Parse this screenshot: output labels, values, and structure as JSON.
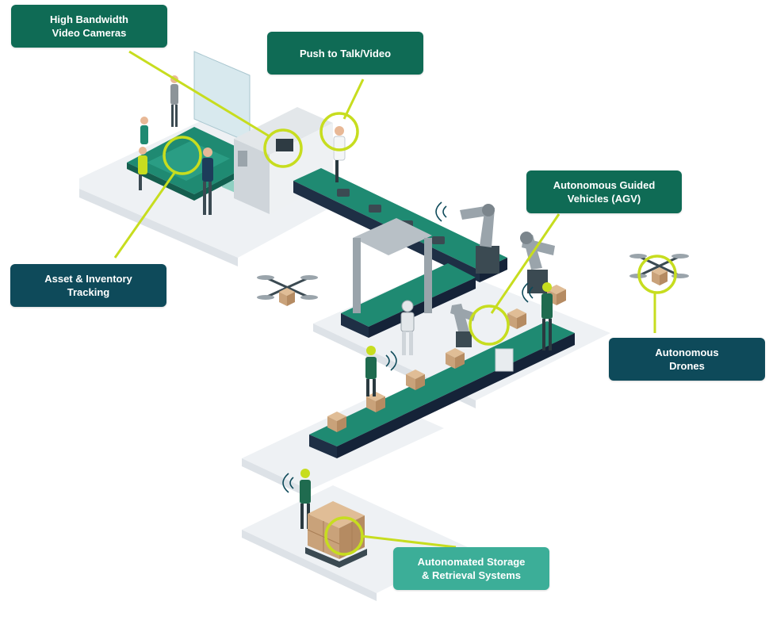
{
  "callouts": {
    "video_cameras": {
      "line1": "High Bandwidth",
      "line2": "Video Cameras"
    },
    "push_to_talk": {
      "line1": "Push to Talk/Video"
    },
    "agv": {
      "line1": "Autonomous Guided",
      "line2": "Vehicles (AGV)"
    },
    "asset_tracking": {
      "line1": "Asset & Inventory",
      "line2": "Tracking"
    },
    "drones": {
      "line1": "Autonomous",
      "line2": "Drones"
    },
    "storage": {
      "line1": "Autonomated Storage",
      "line2": "& Retrieval Systems"
    }
  },
  "colors": {
    "callout_dark_green": "#0f6b55",
    "callout_navy": "#0e4a5a",
    "callout_teal": "#3cae98",
    "highlight_lime": "#c7dd1f",
    "conveyor_teal": "#1f8a72",
    "floor": "#eef1f4",
    "box": "#c9a27a"
  },
  "icons": [
    "drone-icon",
    "wifi-signal-icon",
    "robot-arm-icon",
    "humanoid-robot-icon",
    "cardboard-box-icon",
    "worker-icon"
  ]
}
